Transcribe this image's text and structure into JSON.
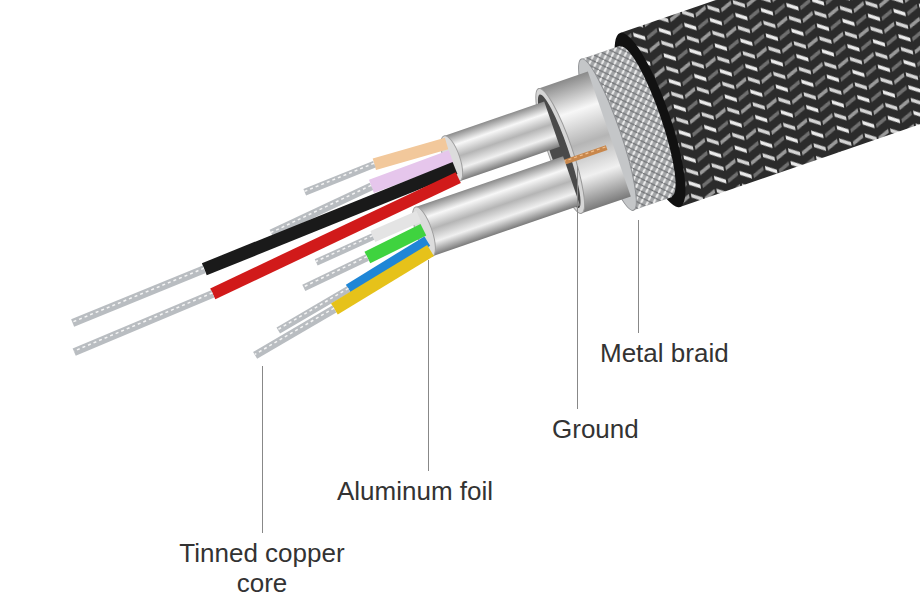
{
  "diagram": {
    "labels": [
      "Metal braid",
      "Ground",
      "Aluminum foil",
      "Tinned copper core"
    ]
  }
}
